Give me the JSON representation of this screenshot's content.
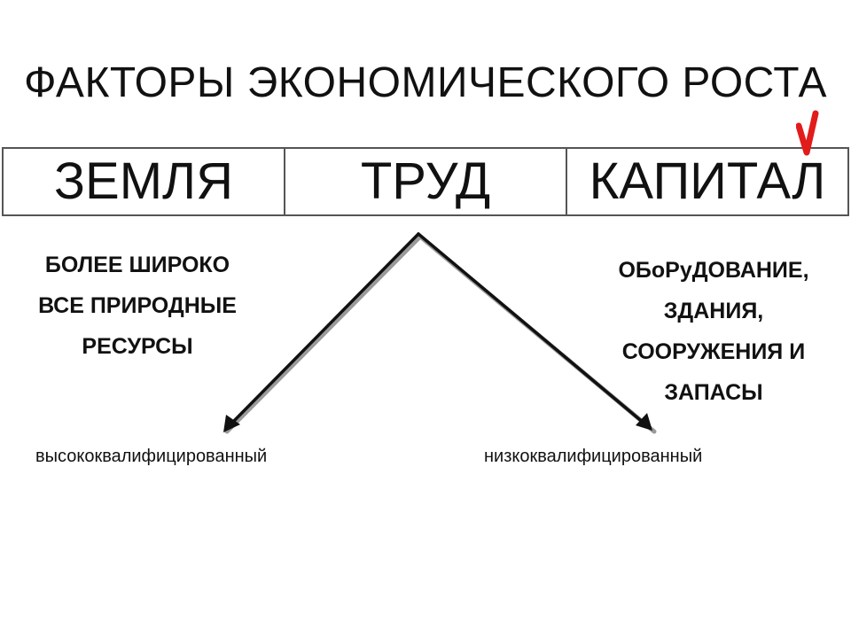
{
  "title": "ФАКТОРЫ ЭКОНОМИЧЕСКОГО РОСТА",
  "factors": [
    "ЗЕМЛЯ",
    "ТРУД",
    "КАПИТАЛ"
  ],
  "land_note": [
    "БОЛЕЕ ШИРОКО",
    "ВСЕ ПРИРОДНЫЕ",
    "РЕСУРСЫ"
  ],
  "capital_note": [
    "ОБоРуДОВАНИЕ,",
    "ЗДАНИЯ,",
    "СООРУЖЕНИЯ И",
    "ЗАПАСЫ"
  ],
  "labor_types": {
    "left": "высококвалифицированный",
    "right": "низкоквалифицированный"
  },
  "colors": {
    "text": "#111111",
    "border": "#555555",
    "check_mark": "#e21b1b"
  },
  "icons": {
    "check": "check-mark-icon"
  }
}
